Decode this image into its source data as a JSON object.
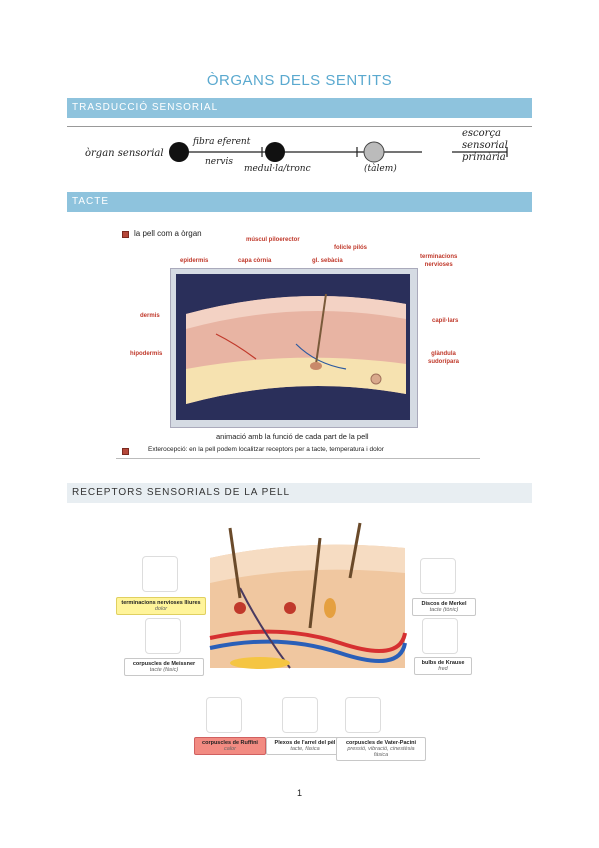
{
  "page": {
    "title": "ÒRGANS DELS SENTITS",
    "page_number": "1"
  },
  "sections": {
    "trasduccio": {
      "heading": "TRASDUCCIÓ SENSORIAL"
    },
    "tacte": {
      "heading": "TACTE"
    },
    "receptors": {
      "heading": "RECEPTORS SENSORIALS DE LA PELL"
    }
  },
  "pathway": {
    "organ": "òrgan sensorial",
    "fibra": "fibra eferent",
    "nervis": "nervis",
    "medulla": "medul·la/tronc",
    "talem": "(tàlem)",
    "escorca_1": "escorça",
    "escorca_2": "sensorial",
    "escorca_3": "primària"
  },
  "tacte": {
    "bullet_1": "la pell com a òrgan",
    "caption": "animació amb la funció de cada part de la pell",
    "bullet_2": "Exterocepció: en la pell podem localitzar receptors per a tacte, temperatura i dolor",
    "labels": {
      "muscul": "múscul piloerector",
      "foliclE": "folicle pilós",
      "gl": "gl. sebàcia",
      "epidermis": "epidermis",
      "capa": "capa còrnia",
      "terminacions_1": "terminacions",
      "terminacions_2": "nervioses",
      "dermis": "dermis",
      "capillars": "capil·lars",
      "hipodermis": "hipodermis",
      "glandula_1": "glàndula",
      "glandula_2": "sudorípara"
    }
  },
  "receptors": {
    "lliures": {
      "main": "terminacions nervioses lliures",
      "sub": "dolor"
    },
    "merkel": {
      "main": "Discos de Merkel",
      "sub": "tacte (tònic)"
    },
    "meissner": {
      "main": "corpuscles de Meissner",
      "sub": "tacte (fàsic)"
    },
    "krause": {
      "main": "bulbs de Krause",
      "sub": "fred"
    },
    "ruffini": {
      "main": "corpuscles de Ruffini",
      "sub": "calor"
    },
    "plexos": {
      "main": "Plexos de l'arrel del pèl",
      "sub": "tacte, fàsica"
    },
    "vater": {
      "main": "corpuscles de Vater-Pacini",
      "sub1": "pressió, vibració, cinestèsia",
      "sub2": "fàsica"
    }
  },
  "colors": {
    "title": "#5aa9cf",
    "band": "#8ec3dd",
    "skin": "#e8b4a3",
    "highlight_yellow": "#fff49a",
    "highlight_red": "#f28b82"
  }
}
